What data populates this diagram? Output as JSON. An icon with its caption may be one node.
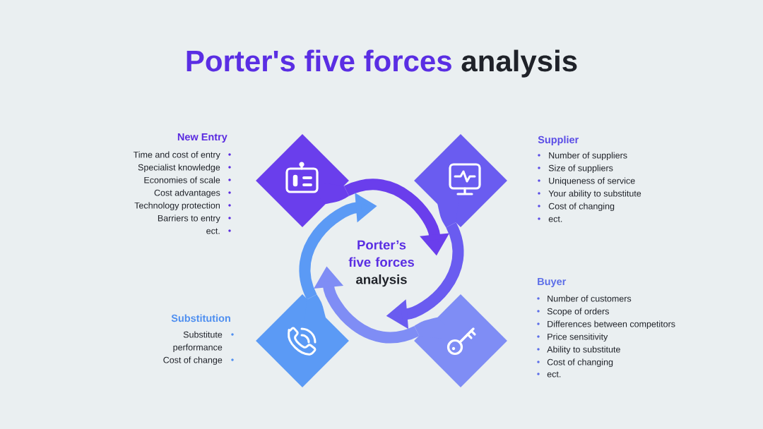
{
  "diagram": {
    "title": "Porter's five forces analysis",
    "nodes": [
      {
        "text": [
          "New Entry"
        ],
        "beside": [
          "Time and cost of entry",
          "Specialist knowledge",
          "Economies of scale",
          "Cost advantages",
          "Technology protection",
          "Barriers to entry",
          "ect."
        ]
      },
      {
        "text": [
          "Supplier"
        ],
        "beside": [
          "Number of suppliers",
          "Size of suppliers",
          "Uniqueness of service",
          "Your ability to substitute",
          "Cost of changing",
          "ect."
        ]
      },
      {
        "text": [
          "Buyer"
        ],
        "beside": [
          "Number of customers",
          "Scope of orders",
          "Differences between competitors",
          "Price sensitivity",
          "Ability to substitute",
          "Cost of changing",
          "ect."
        ]
      },
      {
        "text": [
          "Substitution"
        ],
        "beside": [
          "Substitute performance",
          "Cost of change"
        ]
      }
    ],
    "edges": [
      {
        "from": 0,
        "to": 1,
        "arrow": "to",
        "color": "#6a3eec"
      },
      {
        "from": 1,
        "to": 2,
        "arrow": "to",
        "color": "#6a5cf0"
      },
      {
        "from": 2,
        "to": 3,
        "arrow": "to",
        "color": "#7f8df5"
      },
      {
        "from": 3,
        "to": 0,
        "arrow": "to",
        "color": "#5b9af5"
      }
    ],
    "labels": [
      "Porter’s five forces analysis"
    ]
  }
}
